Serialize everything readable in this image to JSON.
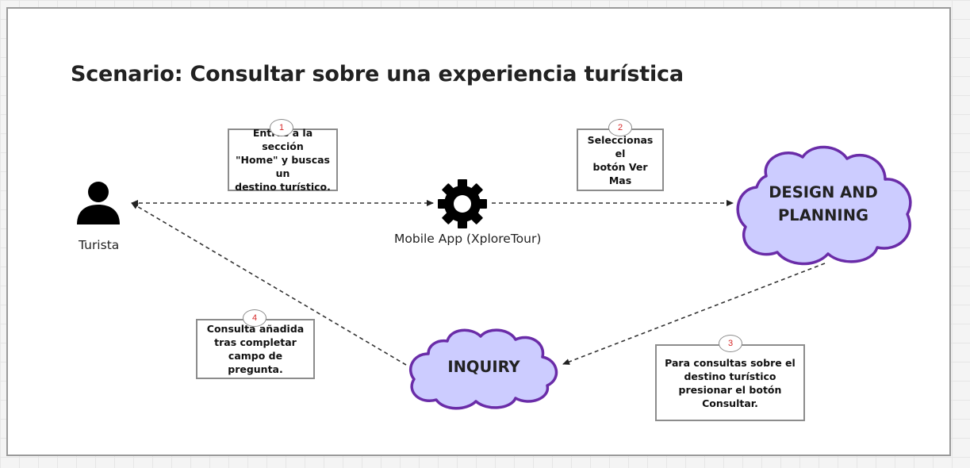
{
  "title": "Scenario: Consultar sobre una experiencia turística",
  "actor": {
    "label": "Turista",
    "icon": "person-icon"
  },
  "system": {
    "label": "Mobile App (XploreTour)",
    "icon": "gear-icon"
  },
  "clouds": {
    "design": {
      "lines": [
        "DESIGN AND",
        "PLANNING"
      ]
    },
    "inquiry": {
      "lines": [
        "INQUIRY"
      ]
    }
  },
  "steps": [
    {
      "number": "1",
      "lines": [
        "Entras a la sección",
        "\"Home\" y buscas un",
        "destino turístico."
      ]
    },
    {
      "number": "2",
      "lines": [
        "Seleccionas el",
        "botón Ver",
        "Mas"
      ]
    },
    {
      "number": "3",
      "lines": [
        "Para consultas sobre el",
        "destino turístico",
        "presionar el botón",
        "Consultar."
      ]
    },
    {
      "number": "4",
      "lines": [
        "Consulta añadida",
        "tras completar",
        "campo de pregunta."
      ]
    }
  ],
  "colors": {
    "cloud_fill": "#ccccff",
    "cloud_stroke": "#6a2ca8",
    "badge_text": "#d62828"
  }
}
